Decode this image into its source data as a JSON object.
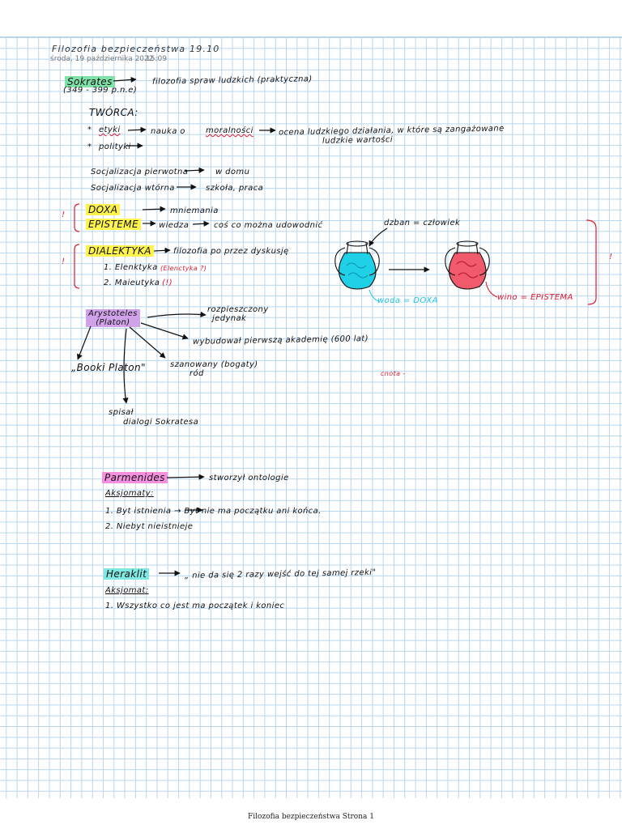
{
  "header": {
    "title": "Filozofia bezpieczeństwa 19.10",
    "date": "środa, 19 października 2022",
    "time": "15:09"
  },
  "sokrates": {
    "name": "Sokrates",
    "years": "(349 - 399 p.n.e)",
    "desc": "filozofia spraw ludzkich (praktyczna)",
    "creator_heading": "TWÓRCA:",
    "bullet1_a": "etyki",
    "bullet1_b": "nauka o",
    "bullet1_c": "moralności",
    "bullet1_d": "ocena ludzkiego działania, w które są zangażowane",
    "bullet1_e": "ludzkie wartości",
    "bullet2": "polityki",
    "soc_primary": "Socjalizacja pierwotna",
    "soc_primary_place": "w domu",
    "soc_secondary": "Socjalizacja wtórna",
    "soc_secondary_place": "szkoła, praca"
  },
  "knowledge": {
    "mark1": "!",
    "doxa": "DOXA",
    "doxa_desc": "mniemania",
    "episteme": "EPISTEME",
    "episteme_desc": "wiedza",
    "episteme_desc2": "coś co można udowodnić",
    "mark2": "!",
    "dialektyka": "DIALEKTYKA",
    "dialektyka_desc": "filozofia po przez dyskusję",
    "item1": "1. Elenktyka",
    "item1_note": "(Elenctyka ?)",
    "item2": "2. Maieutyka",
    "item2_note": "(!)"
  },
  "jug_diagram": {
    "jug_label": "dzban = człowiek",
    "water_label": "woda = DOXA",
    "wine_label": "wino = EPISTEMA",
    "mark": "!",
    "colors": {
      "water": "#1fd0e6",
      "wine": "#f05a6a"
    }
  },
  "aristoteles": {
    "name_line1": "Arystoteles",
    "name_line2": "(Platon)",
    "b1_line1": "rozpieszczony",
    "b1_line2": "jedynak",
    "b2": "wybudował pierwszą akademię (600 lat)",
    "b3": "„Booki Platon\"",
    "b4_line1": "szanowany (bogaty)",
    "b4_line2": "ród",
    "b5_line1": "spisał",
    "b5_line2": "dialogi Sokratesa",
    "stray": "cnota -"
  },
  "parmenides": {
    "name": "Parmenides",
    "desc": "stworzył ontologie",
    "axioms_label": "Aksjomaty:",
    "axiom1": "1. Byt istnienia → Byt nie ma początku ani końca.",
    "axiom2": "2. Niebyt nieistnieje"
  },
  "heraklit": {
    "name": "Heraklit",
    "quote": "„ nie da się 2 razy wejść do tej samej rzeki\"",
    "axioms_label": "Aksjomat:",
    "axiom1": "1. Wszystko co jest ma początek i koniec"
  },
  "footer": {
    "text": "Filozofia bezpieczeństwa Strona 1"
  }
}
